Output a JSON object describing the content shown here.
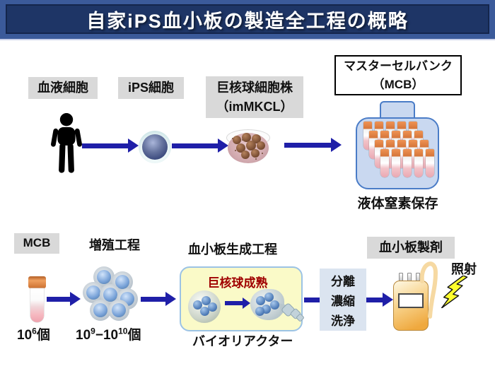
{
  "title": "自家iPS血小板の製造全工程の概略",
  "row1": {
    "blood_cells": "血液細胞",
    "ips_cells": "iPS細胞",
    "mk_line1": "巨核球細胞株",
    "mk_line2": "（imMKCL）",
    "mcb_line1": "マスターセルバンク",
    "mcb_line2": "（MCB）",
    "storage": "液体窒素保存"
  },
  "row2": {
    "mcb": "MCB",
    "expansion": "増殖工程",
    "generation": "血小板生成工程",
    "product": "血小板製剤",
    "maturation": "巨核球成熟",
    "bioreactor": "バイオリアクター",
    "separation": [
      "分離",
      "濃縮",
      "洗浄"
    ],
    "irradiation": "照射",
    "count_mcb": {
      "base": "10",
      "sup": "6",
      "unit": "個"
    },
    "count_expanded": {
      "base1": "10",
      "sup1": "9",
      "dash": "−",
      "base2": "10",
      "sup2": "10",
      "unit": "個"
    }
  },
  "icons": {
    "person": "human-silhouette",
    "ips_cell": "blue-cell-sphere",
    "culture_dish": "dish-with-brown-cells",
    "cryo_tank": "vial-storage-tank",
    "cryovial": "single-cryovial",
    "cell_cluster": "expanded-blue-cells",
    "megakaryocyte": "megakaryocyte-sphere",
    "platelet_release": "platelet-releasing-cell",
    "blood_bag": "platelet-product-bag",
    "lightning": "irradiation-bolt"
  },
  "colors": {
    "banner_outer": "#3b5a9a",
    "banner_inner": "#1e3566",
    "arrow": "#1f1fa8",
    "label_bg": "#d9d9d9",
    "reactor_bg": "#fafac8",
    "reactor_border": "#9cc3e5",
    "maturation_text": "#a00000",
    "separation_bg": "#dbe4f0",
    "tank_fill": "#c9d8f0",
    "tank_border": "#4a7cc7",
    "bag_border": "#b9893c",
    "bolt_yellow": "#ffff2e"
  }
}
